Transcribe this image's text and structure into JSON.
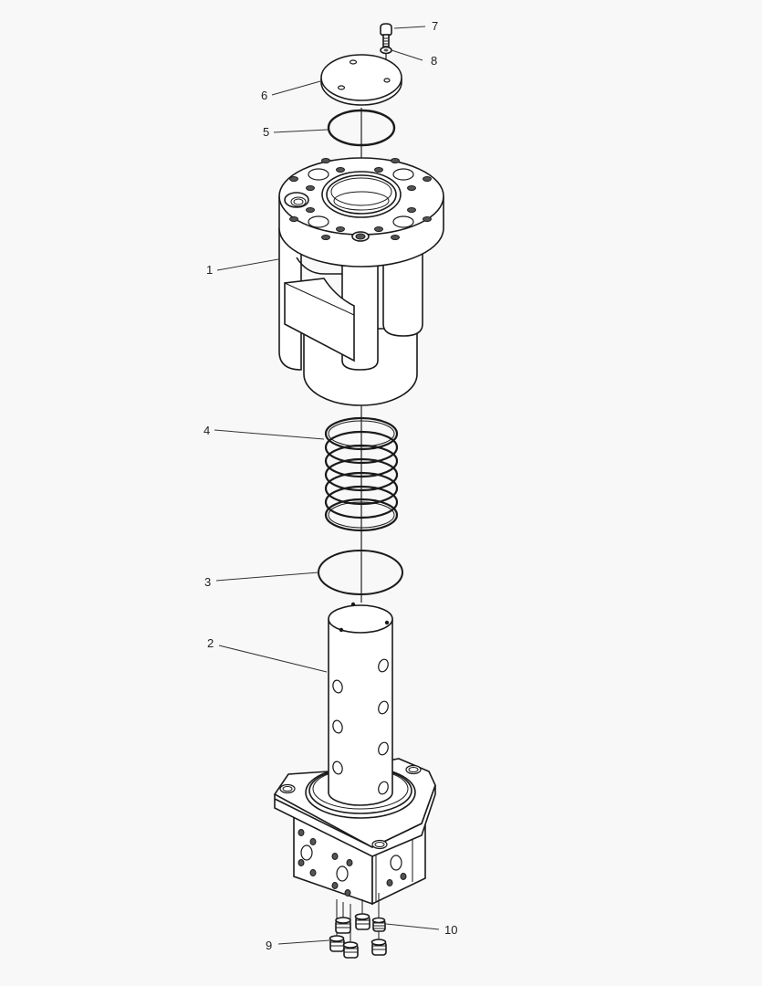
{
  "diagram": {
    "type": "exploded-parts-view",
    "background": "#f8f8f8",
    "line_color": "#1a1a1a",
    "callouts": [
      {
        "id": "1",
        "label": "1",
        "part": "housing-body"
      },
      {
        "id": "2",
        "label": "2",
        "part": "perforated-tube"
      },
      {
        "id": "3",
        "label": "3",
        "part": "o-ring-lower"
      },
      {
        "id": "4",
        "label": "4",
        "part": "coil-spring"
      },
      {
        "id": "5",
        "label": "5",
        "part": "o-ring-upper"
      },
      {
        "id": "6",
        "label": "6",
        "part": "cover-plate"
      },
      {
        "id": "7",
        "label": "7",
        "part": "bolt"
      },
      {
        "id": "8",
        "label": "8",
        "part": "washer"
      },
      {
        "id": "9",
        "label": "9",
        "part": "plug"
      },
      {
        "id": "10",
        "label": "10",
        "part": "plug"
      }
    ]
  }
}
